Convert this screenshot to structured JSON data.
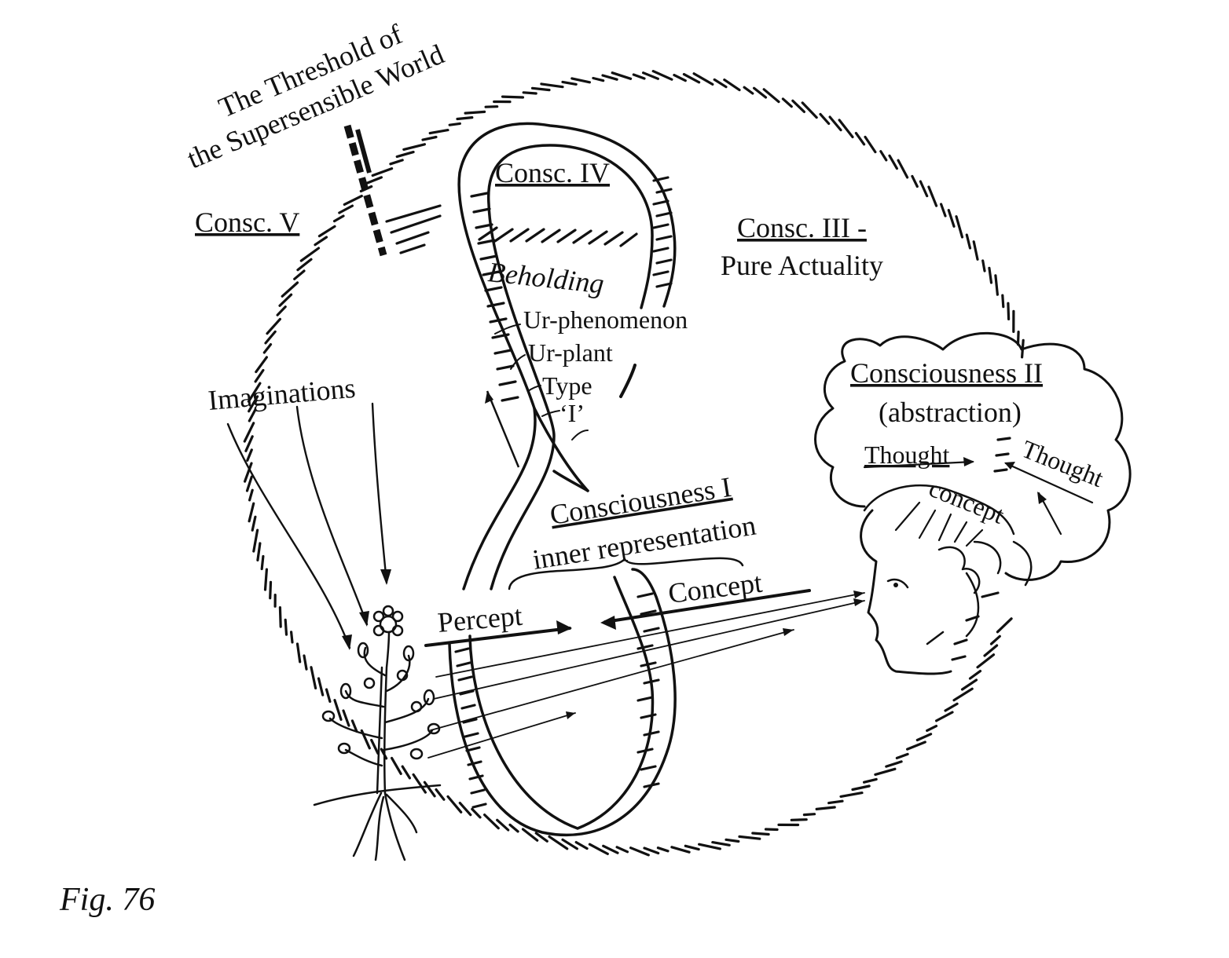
{
  "labels": {
    "threshold_line1": "The Threshold of",
    "threshold_line2": "the Supersensible World",
    "consc_v": "Consc. V",
    "consc_iv": "Consc. IV",
    "beholding": "Beholding",
    "ur_phenomenon": "Ur-phenomenon",
    "ur_plant": "Ur-plant",
    "type": "Type",
    "i_label": "‘I’",
    "consc_iii_line1": "Consc. III -",
    "consc_iii_line2": "Pure Actuality",
    "consc_ii_line1": "Consciousness II",
    "consc_ii_line2": "(abstraction)",
    "thought_left": "Thought",
    "thought_right": "Thought",
    "concept_small": "concept",
    "imaginations": "Imaginations",
    "consc_i_line1": "Consciousness I",
    "consc_i_line2": "inner representation",
    "percept": "Percept",
    "concept": "Concept"
  },
  "caption": "Fig. 76"
}
